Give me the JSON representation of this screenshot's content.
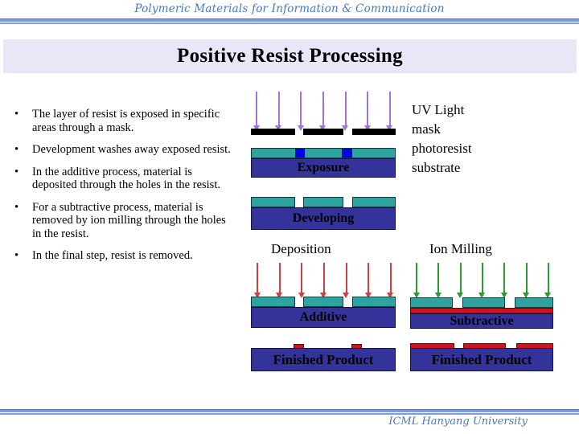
{
  "header": {
    "course_title": "Polymeric Materials for Information & Communication"
  },
  "slide": {
    "title": "Positive Resist Processing"
  },
  "bullets": [
    "The layer of resist is exposed in specific areas through a mask.",
    "Development washes away exposed resist.",
    "In the additive process, material is deposited through the holes in the resist.",
    "For a subtractive process, material is removed by ion milling through the holes in the resist.",
    "In the final step, resist is removed."
  ],
  "diagram": {
    "legend": [
      "UV Light",
      "mask",
      "photoresist",
      "substrate"
    ],
    "exposure": {
      "label": "Exposure",
      "arrows": {
        "count": 7,
        "color": "#a174dc"
      }
    },
    "developing": {
      "label": "Developing"
    },
    "deposition_label": "Deposition",
    "ion_milling_label": "Ion Milling",
    "additive": {
      "label": "Additive",
      "arrows": {
        "count": 7,
        "color": "#cc4040"
      }
    },
    "subtractive": {
      "label": "Subtractive",
      "arrows": {
        "count": 7,
        "color": "#2e9933"
      }
    },
    "finished_left": {
      "label": "Finished Product"
    },
    "finished_right": {
      "label": "Finished Product"
    },
    "colors": {
      "mask": "#000000",
      "photoresist": "#2ea3a0",
      "substrate": "#333399",
      "exposed": "#0000e6",
      "deposit": "#cc1520",
      "accent_blue": "#4579c0",
      "rule_blue": "#7d9be0",
      "rule_blue_dark": "#4c6fc4",
      "title_bg": "#e8e7f8"
    }
  },
  "footer": {
    "affiliation": "ICML Hanyang University"
  }
}
